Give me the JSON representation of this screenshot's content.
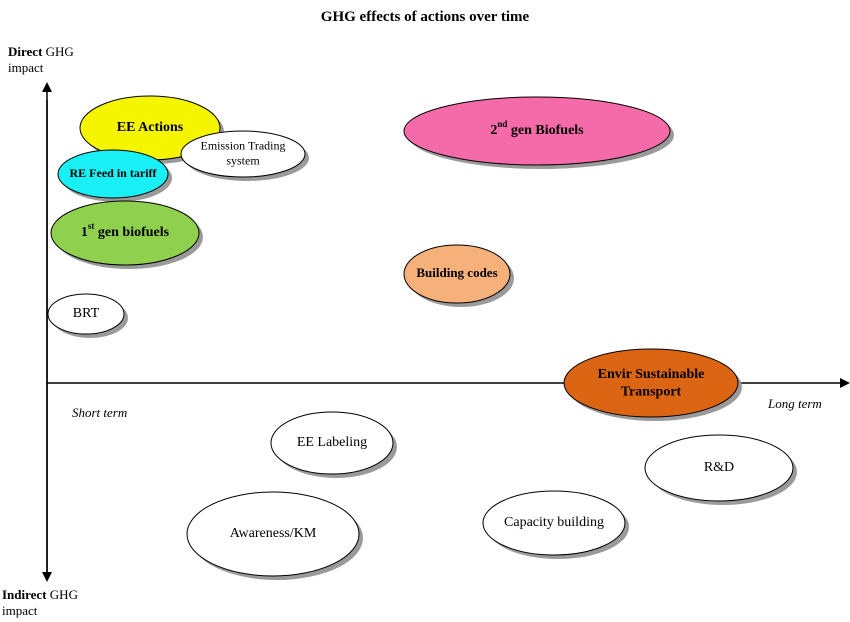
{
  "title": "GHG effects of actions over time",
  "y_axis": {
    "top_bold": "Direct",
    "top_rest": " GHG",
    "top_line2": "impact",
    "bottom_bold": "Indirect",
    "bottom_rest": " GHG",
    "bottom_line2": "impact"
  },
  "x_axis": {
    "left": "Short term",
    "right": "Long term"
  },
  "nodes": [
    {
      "id": "ee-actions",
      "label": "EE Actions",
      "fill": "#f5f500",
      "bold": true
    },
    {
      "id": "emission-trading",
      "label": "Emission Trading",
      "label2": "system",
      "fill": "#ffffff",
      "bold": false
    },
    {
      "id": "re-feed-in-tariff",
      "label": "RE Feed in tariff",
      "fill": "#19f0f5",
      "bold": true
    },
    {
      "id": "first-gen-biofuels",
      "pre": "1",
      "sup": "st",
      "post": " gen biofuels",
      "fill": "#8fd14f",
      "bold": true
    },
    {
      "id": "brt",
      "label": "BRT",
      "fill": "#ffffff",
      "bold": false
    },
    {
      "id": "second-gen-biofuels",
      "pre": "2",
      "sup": "nd",
      "post": " gen Biofuels",
      "fill": "#f56aa8",
      "bold": true
    },
    {
      "id": "building-codes",
      "label": "Building codes",
      "fill": "#f6b07a",
      "bold": true
    },
    {
      "id": "envir-sustainable-transport",
      "label": "Envir Sustainable",
      "label2": "Transport",
      "fill": "#dc6514",
      "bold": true
    },
    {
      "id": "ee-labeling",
      "label": "EE Labeling",
      "fill": "#ffffff",
      "bold": false
    },
    {
      "id": "r-and-d",
      "label": "R&D",
      "fill": "#ffffff",
      "bold": false
    },
    {
      "id": "awareness-km",
      "label": "Awareness/KM",
      "fill": "#ffffff",
      "bold": false
    },
    {
      "id": "capacity-building",
      "label": "Capacity building",
      "fill": "#ffffff",
      "bold": false
    }
  ]
}
